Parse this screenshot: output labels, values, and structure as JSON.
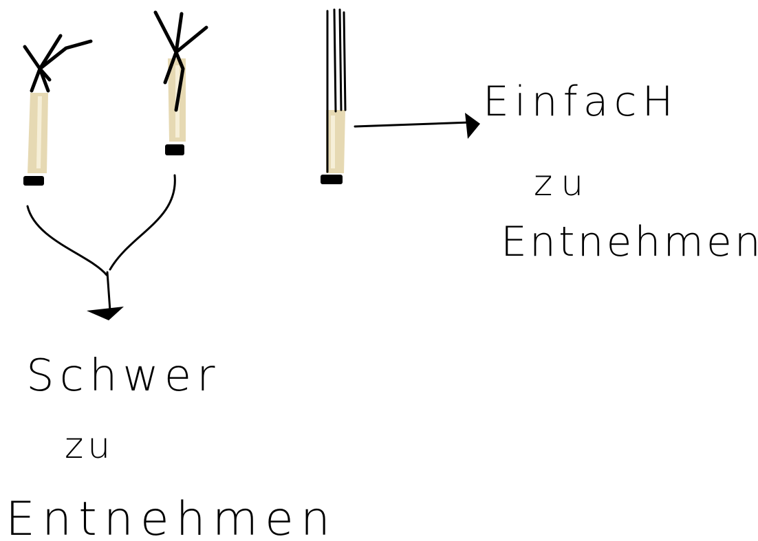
{
  "labels": {
    "right_line1": "EinfacH",
    "right_line2": "zu",
    "right_line3": "Entnehmen",
    "bottom_line1": "Schwer",
    "bottom_line2": "zu",
    "bottom_line3": "Entnehmen"
  },
  "colors": {
    "ink": "#000000",
    "filter_body": "#e6d9b3",
    "background": "#ffffff"
  }
}
